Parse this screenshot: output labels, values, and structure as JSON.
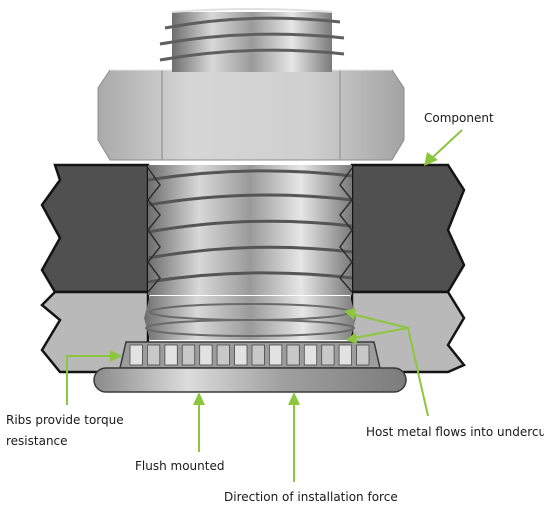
{
  "labels": {
    "component": "Component",
    "ribs_line1": "Ribs provide torque",
    "ribs_line2": "resistance",
    "flush": "Flush mounted",
    "host_metal": "Host metal flows into undercut",
    "direction": "Direction of installation force"
  },
  "colors": {
    "leader": "#8cc63f",
    "component_plate": "#505050",
    "host_plate": "#b9b9b9",
    "hex_nut": "#c9c9c9",
    "stud": "#a8a8a8",
    "outline": "#141414"
  }
}
